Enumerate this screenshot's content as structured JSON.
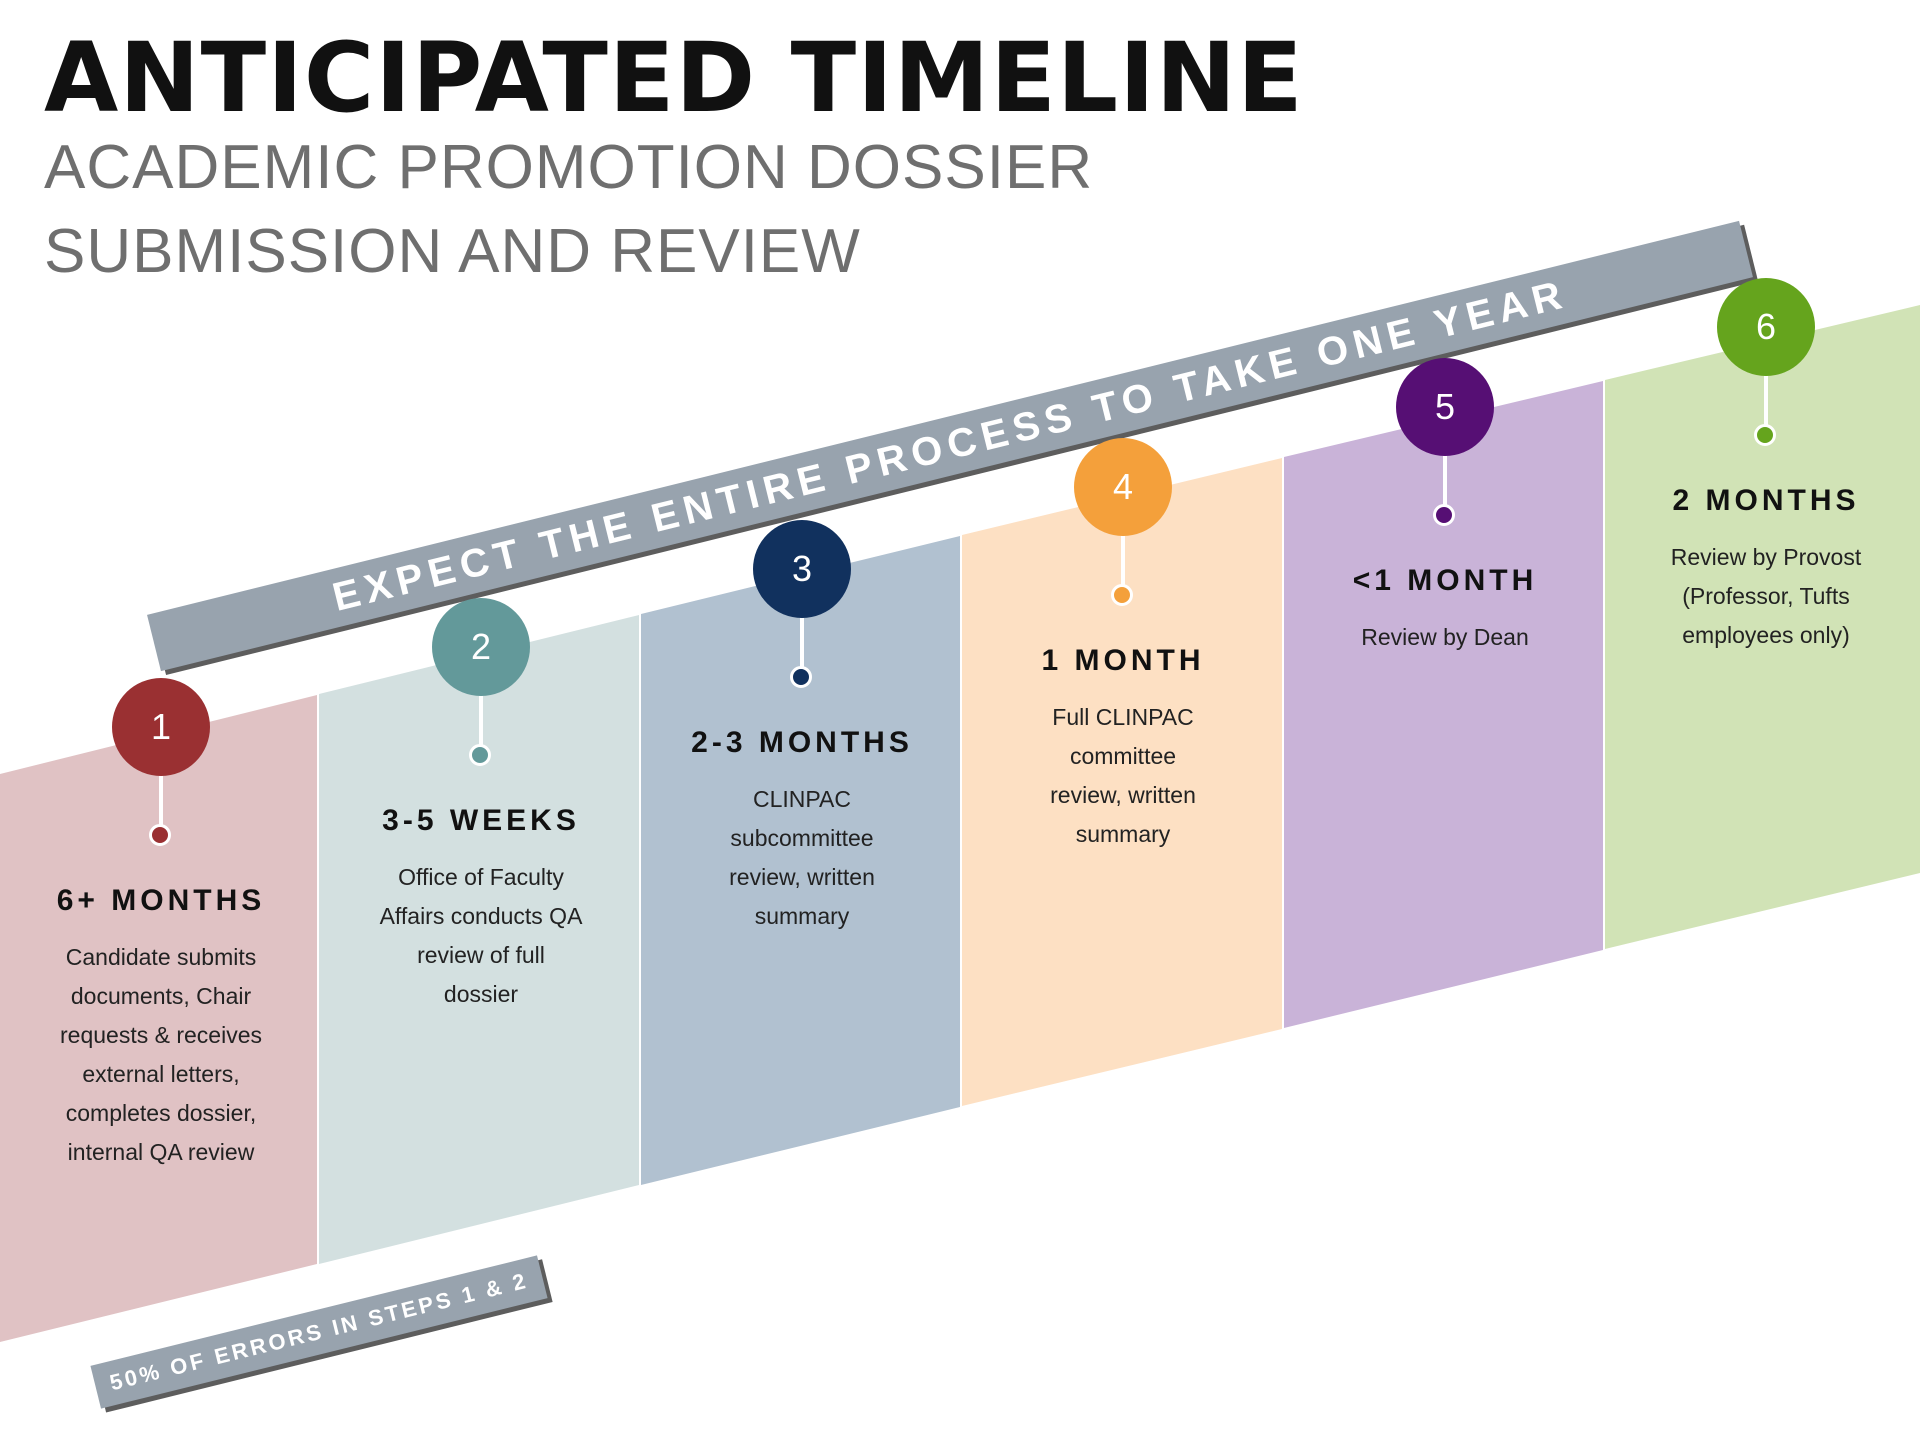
{
  "title": "ANTICIPATED TIMELINE",
  "subtitle_lines": [
    "ACADEMIC PROMOTION DOSSIER",
    "SUBMISSION AND REVIEW"
  ],
  "banner_text": "EXPECT THE ENTIRE PROCESS TO TAKE ONE YEAR",
  "errors_note": "50% OF ERRORS IN STEPS 1 & 2",
  "colors": {
    "banner": "#98a3ae",
    "step_1": "#9a3032",
    "panel_1": "#e0c2c4",
    "step_2": "#63999a",
    "panel_2": "#d3e0e0",
    "step_3": "#11315e",
    "panel_3": "#b1c1d0",
    "step_4": "#f4a03b",
    "panel_4": "#fde0c3",
    "step_5": "#560f74",
    "panel_5": "#c9b3d8",
    "step_6": "#65a41d",
    "panel_6": "#d1e3b6"
  },
  "steps": [
    {
      "number": "1",
      "duration": "6+ MONTHS",
      "description": [
        "Candidate submits",
        "documents, Chair",
        "requests & receives",
        "external letters,",
        "completes dossier,",
        "internal QA review"
      ]
    },
    {
      "number": "2",
      "duration": "3-5 WEEKS",
      "description": [
        "Office of Faculty",
        "Affairs conducts QA",
        "review of full",
        "dossier"
      ]
    },
    {
      "number": "3",
      "duration": "2-3 MONTHS",
      "description": [
        "CLINPAC",
        "subcommittee",
        "review, written",
        "summary"
      ]
    },
    {
      "number": "4",
      "duration": "1 MONTH",
      "description": [
        "Full CLINPAC",
        "committee",
        "review, written",
        "summary"
      ]
    },
    {
      "number": "5",
      "duration": "<1 MONTH",
      "description": [
        "Review by Dean"
      ]
    },
    {
      "number": "6",
      "duration": "2 MONTHS",
      "description": [
        "Review by Provost",
        "(Professor, Tufts",
        "employees only)"
      ]
    }
  ]
}
